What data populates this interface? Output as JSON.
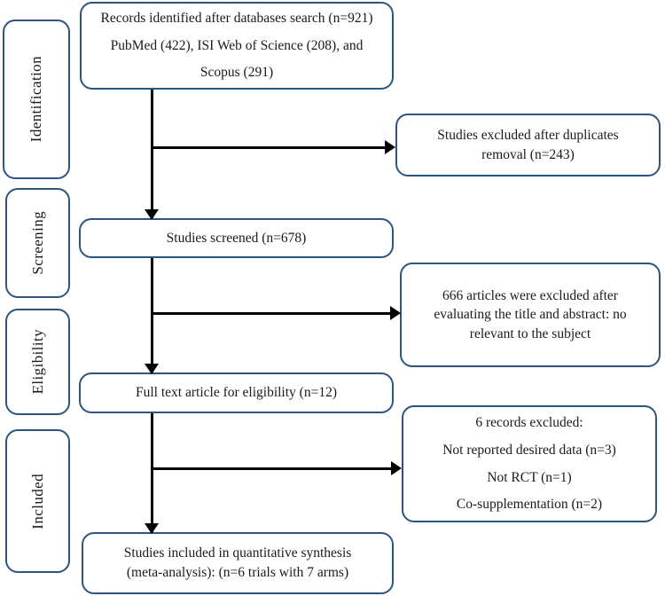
{
  "diagram": {
    "title": "PRISMA study selection flow diagram",
    "accent_color": "#2e5481",
    "connector_color": "#000000",
    "background_color": "#ffffff"
  },
  "stages": [
    {
      "id": "identification",
      "label": "Identification"
    },
    {
      "id": "screening",
      "label": "Screening"
    },
    {
      "id": "eligibility",
      "label": "Eligibility"
    },
    {
      "id": "included",
      "label": "Included"
    }
  ],
  "boxes": {
    "records_identified": {
      "line1": "Records identified after databases search (n=921)",
      "line2": "PubMed (422), ISI Web of Science (208), and",
      "line3": "Scopus (291)"
    },
    "duplicates_excluded": {
      "line1": "Studies excluded after duplicates",
      "line2": "removal (n=243)"
    },
    "studies_screened": {
      "line1": "Studies screened (n=678)"
    },
    "title_abstract_excluded": {
      "line1": "666 articles were excluded after",
      "line2": "evaluating the title and abstract: no",
      "line3": "relevant to the subject"
    },
    "full_text_eligibility": {
      "line1": "Full text article for eligibility (n=12)"
    },
    "records_excluded": {
      "line1": "6 records excluded:",
      "line2": "Not reported desired data (n=3)",
      "line3": "Not RCT (n=1)",
      "line4": "Co-supplementation (n=2)"
    },
    "studies_included": {
      "line1": "Studies included in quantitative synthesis",
      "line2": "(meta-analysis): (n=6 trials with 7 arms)"
    }
  },
  "chart_data": {
    "type": "diagram",
    "title": "PRISMA flow diagram",
    "nodes": [
      {
        "id": "records_identified",
        "stage": "Identification",
        "n": 921,
        "sources": {
          "PubMed": 422,
          "ISI Web of Science": 208,
          "Scopus": 291
        }
      },
      {
        "id": "duplicates_excluded",
        "stage": "Identification",
        "n": 243
      },
      {
        "id": "studies_screened",
        "stage": "Screening",
        "n": 678
      },
      {
        "id": "title_abstract_excluded",
        "stage": "Screening",
        "n": 666
      },
      {
        "id": "full_text_eligibility",
        "stage": "Eligibility",
        "n": 12
      },
      {
        "id": "records_excluded",
        "stage": "Eligibility",
        "n": 6,
        "reasons": {
          "Not reported desired data": 3,
          "Not RCT": 1,
          "Co-supplementation": 2
        }
      },
      {
        "id": "studies_included",
        "stage": "Included",
        "n": 6,
        "arms": 7
      }
    ],
    "edges": [
      {
        "from": "records_identified",
        "to": "studies_screened",
        "direction": "down"
      },
      {
        "from": "records_identified",
        "to": "duplicates_excluded",
        "direction": "right"
      },
      {
        "from": "studies_screened",
        "to": "full_text_eligibility",
        "direction": "down"
      },
      {
        "from": "studies_screened",
        "to": "title_abstract_excluded",
        "direction": "right"
      },
      {
        "from": "full_text_eligibility",
        "to": "studies_included",
        "direction": "down"
      },
      {
        "from": "full_text_eligibility",
        "to": "records_excluded",
        "direction": "right"
      }
    ]
  }
}
